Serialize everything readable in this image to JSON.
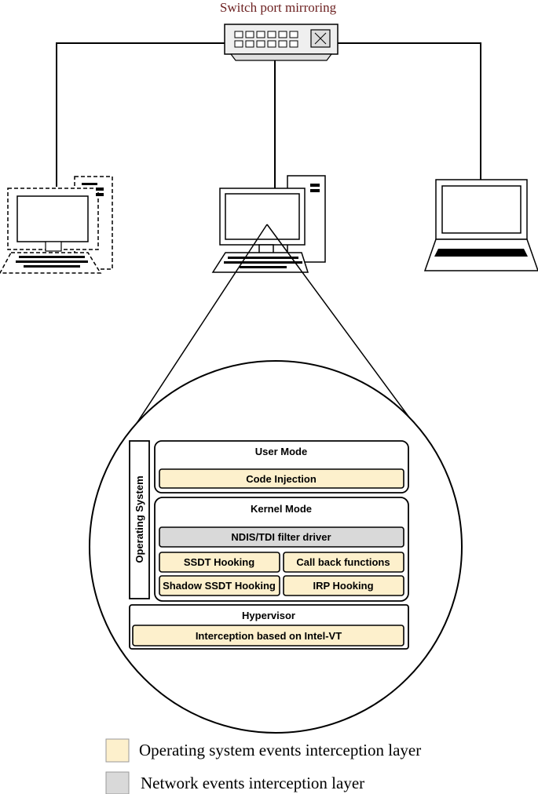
{
  "header": {
    "title": "Switch port mirroring",
    "title_color": "#6b1f1f"
  },
  "stack": {
    "operating_system_label": "Operating System",
    "user_mode": {
      "title": "User Mode",
      "items": [
        "Code Injection"
      ]
    },
    "kernel_mode": {
      "title": "Kernel Mode",
      "network_item": "NDIS/TDI filter driver",
      "items": [
        "SSDT Hooking",
        "Call back functions",
        "Shadow SSDT Hooking",
        "IRP Hooking"
      ]
    },
    "hypervisor": {
      "title": "Hypervisor",
      "items": [
        "Interception based on Intel-VT"
      ]
    }
  },
  "legend": {
    "items": [
      {
        "label": "Operating system events interception layer",
        "color": "#fdf0cc"
      },
      {
        "label": "Network events interception layer",
        "color": "#d9d9d9"
      }
    ]
  },
  "colors": {
    "os_fill": "#fdf0cc",
    "network_fill": "#d9d9d9",
    "stroke": "#000000"
  },
  "icons": [
    "switch-icon",
    "desktop-dashed-icon",
    "desktop-icon",
    "laptop-icon"
  ]
}
